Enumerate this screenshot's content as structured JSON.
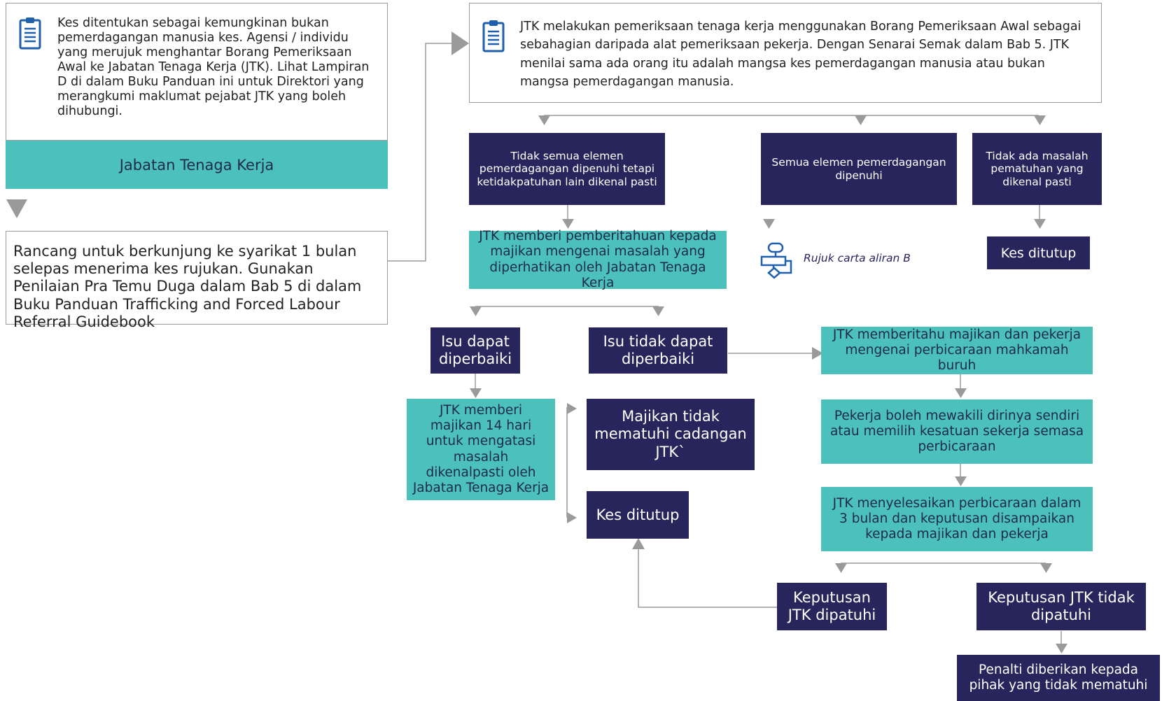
{
  "intro": {
    "text": "Kes ditentukan sebagai kemungkinan bukan pemerdagangan manusia kes. Agensi / individu yang merujuk menghantar Borang Pemeriksaan Awal ke Jabatan Tenaga Kerja (JTK). Lihat Lampiran D di dalam Buku Panduan ini untuk Direktori yang merangkumi maklumat pejabat JTK yang boleh dihubungi.",
    "label": "Jabatan Tenaga Kerja"
  },
  "plan": "Rancang untuk berkunjung ke syarikat 1 bulan selepas menerima kes rujukan. Gunakan Penilaian Pra Temu Duga dalam Bab 5 di dalam Buku Panduan Trafficking and Forced Labour Referral Guidebook",
  "check": "JTK melakukan pemeriksaan tenaga kerja menggunakan Borang Pemeriksaan Awal sebagai sebahagian daripada alat pemeriksaan pekerja. Dengan Senarai Semak dalam Bab 5. JTK menilai sama ada orang itu adalah mangsa kes pemerdagangan manusia atau bukan mangsa pemerdagangan manusia.",
  "outcomes": {
    "partial": "Tidak semua elemen pemerdagangan dipenuhi tetapi ketidakpatuhan lain dikenal pasti",
    "all": "Semua elemen pemerdagangan dipenuhi",
    "none": "Tidak ada masalah pematuhan yang dikenal pasti"
  },
  "refer": "Rujuk carta aliran B",
  "closed_top": "Kes ditutup",
  "notify": "JTK memberi pemberitahuan kepada majikan mengenai masalah yang diperhatikan oleh Jabatan Tenaga Kerja",
  "fixable": "Isu dapat diperbaiki",
  "not_fixable": "Isu tidak dapat diperbaiki",
  "days14": "JTK memberi majikan 14 hari untuk mengatasi masalah dikenalpasti oleh Jabatan Tenaga Kerja",
  "employer_noncomply": "Majikan tidak mematuhi cadangan JTK`",
  "closed_mid": "Kes ditutup",
  "court": {
    "inform": "JTK memberitahu majikan dan pekerja mengenai perbicaraan mahkamah buruh",
    "represent": "Pekerja boleh mewakili dirinya sendiri atau memilih kesatuan sekerja semasa perbicaraan",
    "resolve": "JTK menyelesaikan perbicaraan dalam 3 bulan dan keputusan disampaikan kepada majikan dan pekerja"
  },
  "decision_ok": "Keputusan JTK dipatuhi",
  "decision_not": "Keputusan JTK tidak dipatuhi",
  "penalty": "Penalti diberikan kepada pihak yang tidak mematuhi",
  "colors": {
    "navy": "#27255b",
    "teal": "#4cc1bc",
    "line": "#9a9a9a",
    "icon": "#1f5fae"
  }
}
